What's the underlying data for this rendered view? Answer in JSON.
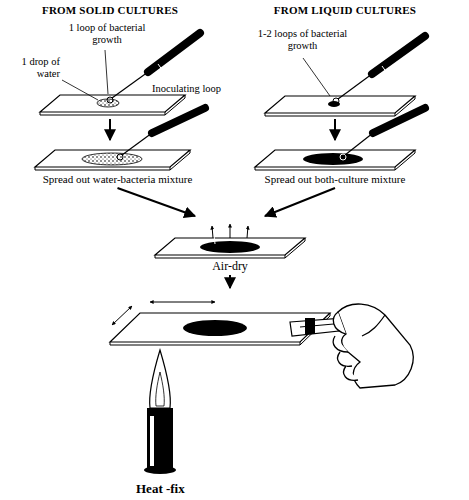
{
  "diagram": {
    "nodes": [
      {
        "text": [
          "Spread out water-bacteria mixture"
        ]
      },
      {
        "text": [
          "Spread out both-culture mixture"
        ]
      },
      {
        "text": [
          "Air-dry"
        ]
      },
      {
        "text": [
          "Heat -fix"
        ]
      }
    ],
    "edges": [
      {
        "from": 0,
        "to": 2,
        "arrow": "to"
      },
      {
        "from": 1,
        "to": 2,
        "arrow": "to"
      },
      {
        "from": 2,
        "to": 3,
        "arrow": "to"
      }
    ],
    "labels": [
      "FROM SOLID CULTURES",
      "FROM LIQUID CULTURES",
      "1 loop of bacterial growth",
      "1 drop of water",
      "Inoculating loop",
      "1-2 loops of bacterial growth"
    ]
  }
}
